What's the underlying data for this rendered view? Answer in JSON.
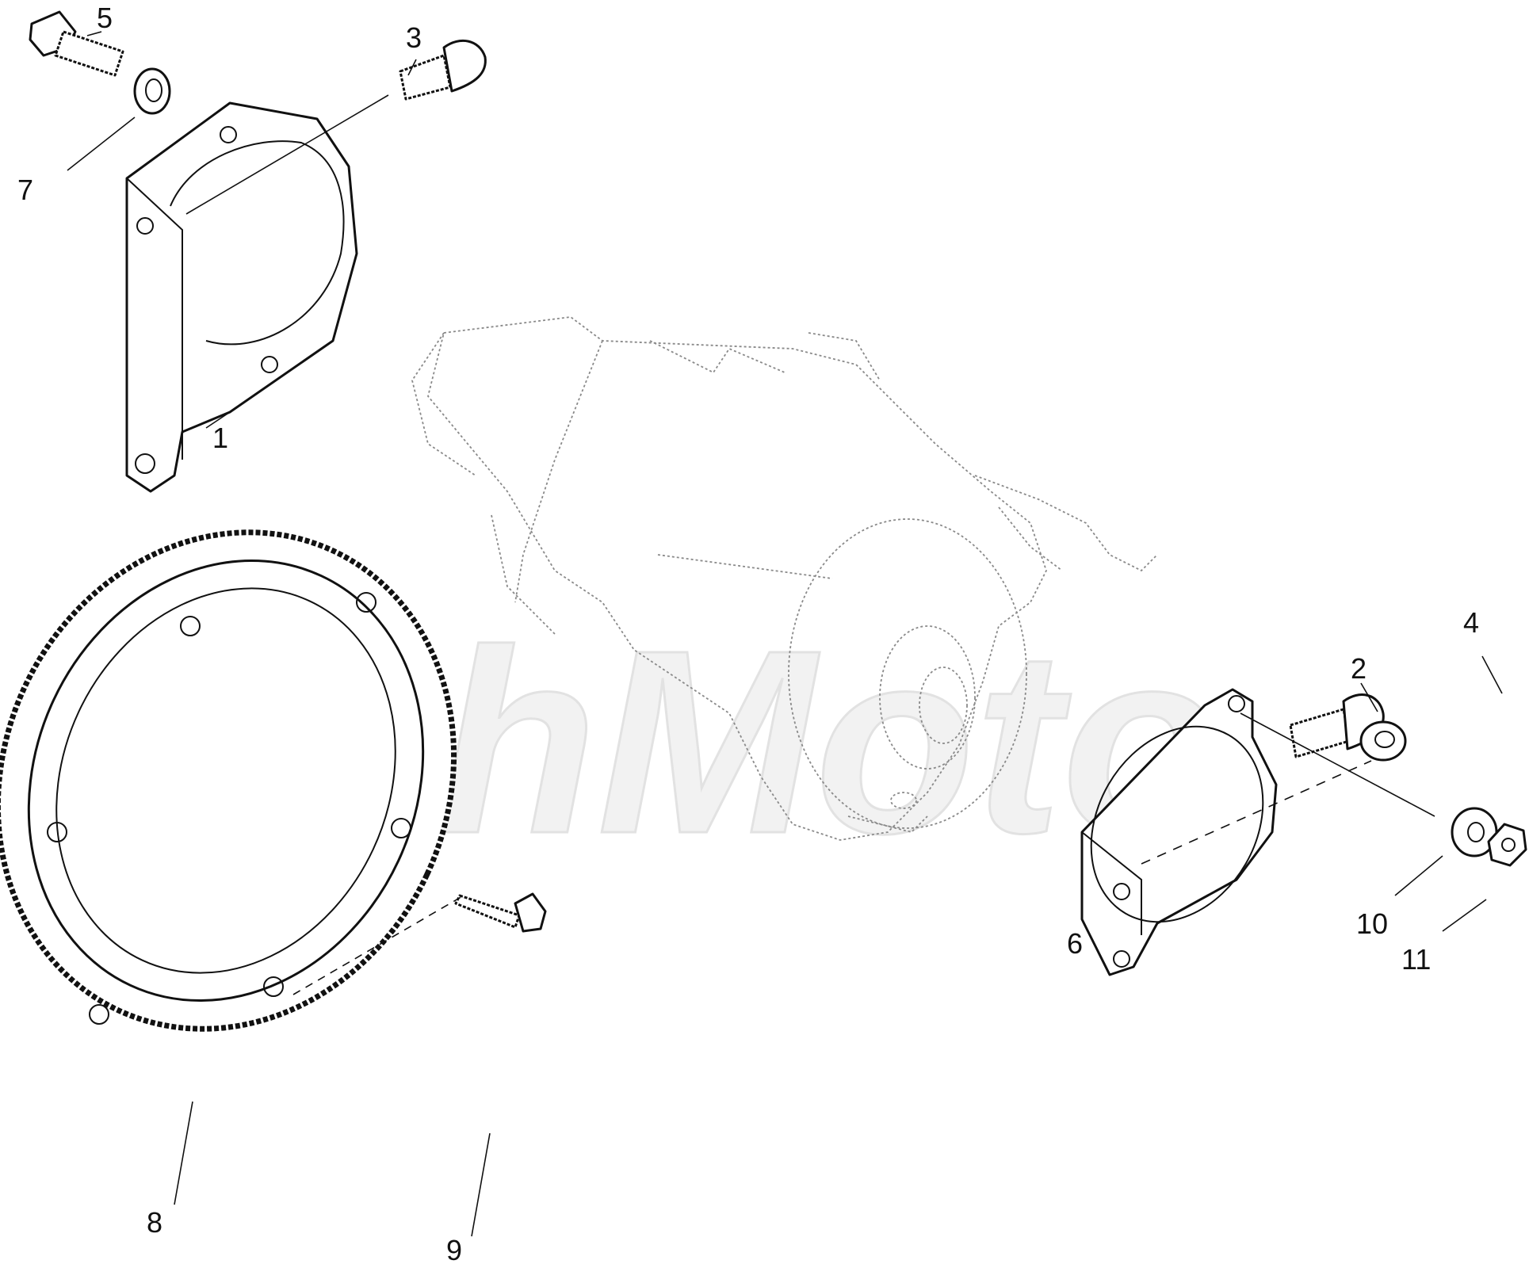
{
  "watermark": {
    "text": "AehMoto",
    "color": "#e6e6e6"
  },
  "callouts": [
    {
      "id": "1",
      "label": "1"
    },
    {
      "id": "2",
      "label": "2"
    },
    {
      "id": "3",
      "label": "3"
    },
    {
      "id": "4",
      "label": "4"
    },
    {
      "id": "5",
      "label": "5"
    },
    {
      "id": "6",
      "label": "6"
    },
    {
      "id": "7",
      "label": "7"
    },
    {
      "id": "8",
      "label": "8"
    },
    {
      "id": "9",
      "label": "9"
    },
    {
      "id": "10",
      "label": "10"
    },
    {
      "id": "11",
      "label": "11"
    }
  ],
  "colors": {
    "line": "#111111",
    "ghost_outline": "#8a8a8a",
    "background": "#ffffff"
  }
}
